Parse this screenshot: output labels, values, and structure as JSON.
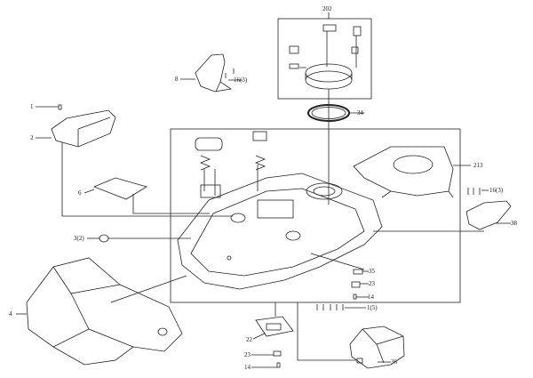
{
  "diagram": {
    "labels": {
      "l202": "202",
      "l8": "8",
      "l16a": "16(3)",
      "l1": "1",
      "l34": "34",
      "l2": "2",
      "l6": "6",
      "l213": "213",
      "l16b": "16(3)",
      "l3": "3(2)",
      "l38": "38",
      "l4": "4",
      "l35": "35",
      "l23a": "23",
      "l14a": "14",
      "l1_5": "1(5)",
      "l22": "22",
      "l23b": "23",
      "l14b": "14",
      "l36": "36"
    },
    "colors": {
      "line": "#222222",
      "background": "#ffffff"
    }
  }
}
